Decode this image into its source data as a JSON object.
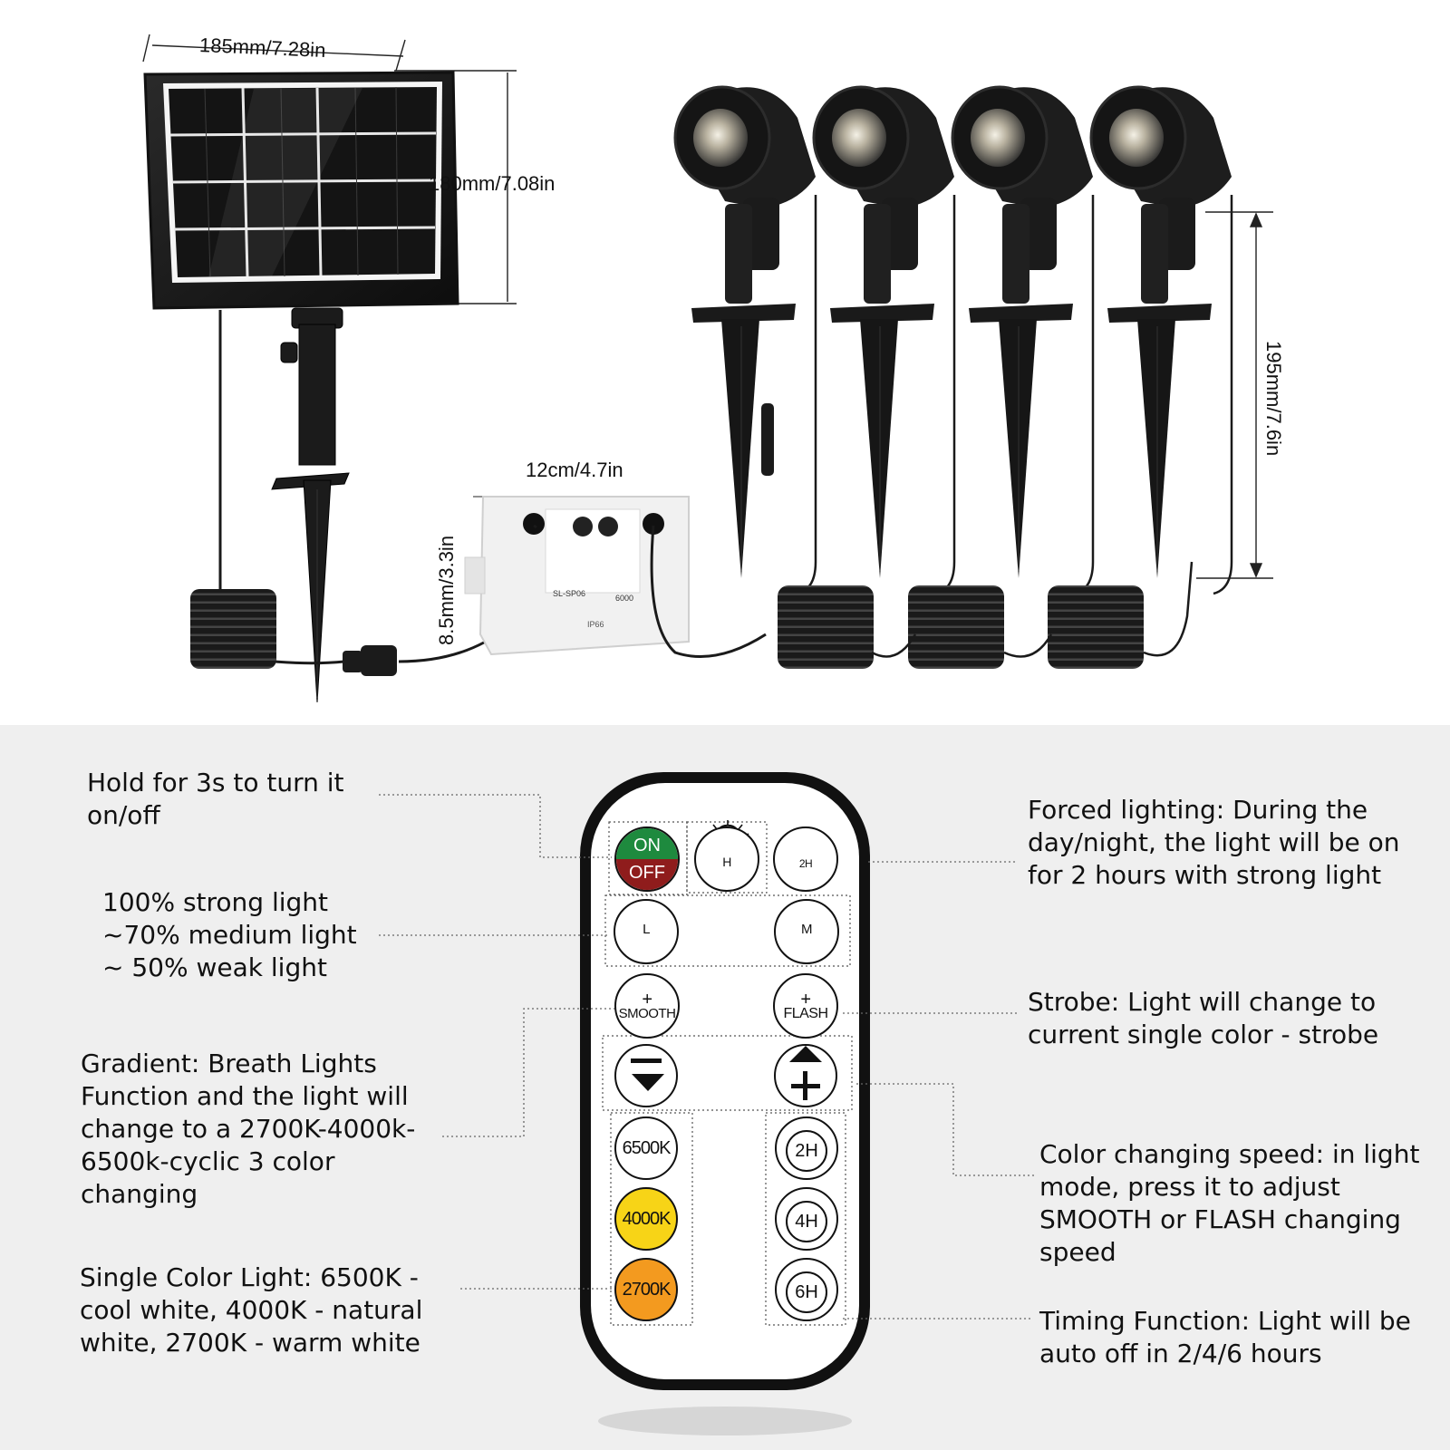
{
  "product": {
    "solar_panel_width": "185mm/7.28in",
    "solar_panel_height": "180mm/7.08in",
    "box_width": "12cm/4.7in",
    "box_height": "8.5mm/3.3in",
    "light_height": "195mm/7.6in",
    "box_model": "SL-SP06",
    "box_capacity": "6000",
    "box_cert": "IP66"
  },
  "remote": {
    "on_label": "ON",
    "off_label": "OFF",
    "high_label": "H",
    "two_hour_boost_label": "2H",
    "low_label": "L",
    "medium_label": "M",
    "smooth_plus": "+",
    "smooth_label": "SMOOTH",
    "flash_plus": "+",
    "flash_label": "FLASH",
    "cct_6500": "6500K",
    "cct_4000": "4000K",
    "cct_2700": "2700K",
    "timer_2h": "2H",
    "timer_4h": "4H",
    "timer_6h": "6H",
    "colors": {
      "on": "#1e8a3e",
      "off": "#8f1c1c",
      "yellow": "#f7d417",
      "orange": "#f39a1f"
    }
  },
  "notes": {
    "onoff": "Hold for 3s to turn it on/off",
    "brightness": [
      "100% strong light",
      "~70% medium light",
      "~ 50% weak light"
    ],
    "gradient": "Gradient: Breath Lights Function and the light will change to a 2700K-4000k-6500k-cyclic 3 color changing",
    "single_color": "Single Color Light: 6500K - cool white, 4000K - natural white, 2700K - warm white",
    "forced": "Forced lighting: During the day/night, the light will be on for 2 hours with strong light",
    "strobe": "Strobe: Light will change to current single color - strobe",
    "speed": "Color changing speed: in light mode, press it to adjust SMOOTH or FLASH changing speed",
    "timing": "Timing Function: Light will be auto off in 2/4/6 hours"
  }
}
